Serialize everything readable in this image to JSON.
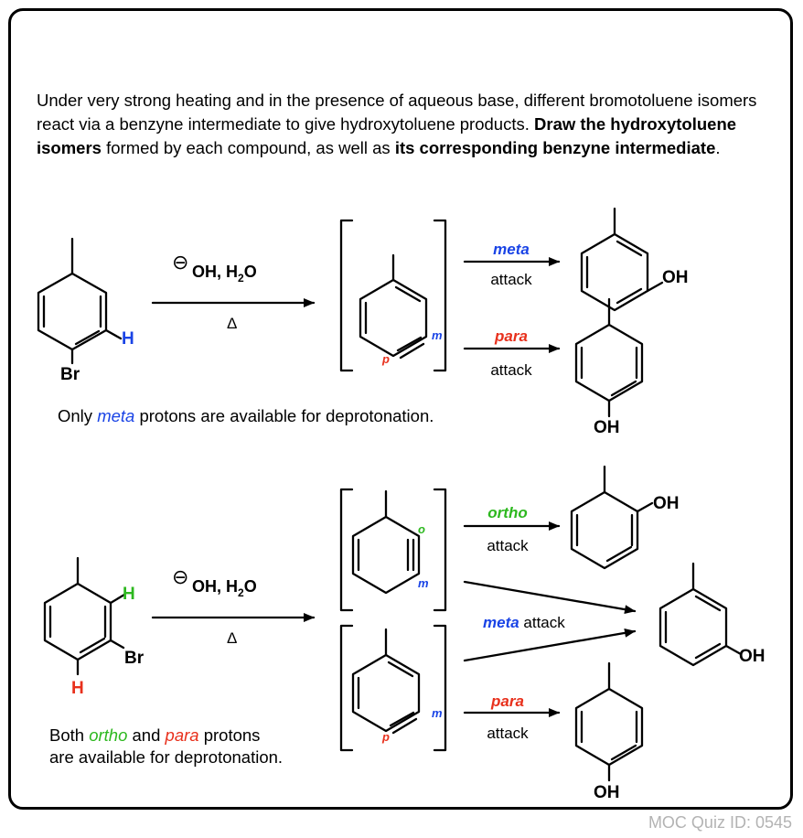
{
  "intro": {
    "text_1": "Under very strong heating and in the presence of aqueous base, different bromotoluene isomers react via a benzyne intermediate to give hydroxytoluene products. ",
    "bold_1": "Draw the hydroxytoluene isomers",
    "text_2": " formed by each compound, as well as ",
    "bold_2": "its corresponding benzyne intermediate",
    "text_3": "."
  },
  "reagents": {
    "charge_symbol": "⊖",
    "oh_h2o": "OH, H",
    "subscript_2": "2",
    "o": "O",
    "heat": "Δ"
  },
  "atoms": {
    "br": "Br",
    "h": "H",
    "oh": "OH"
  },
  "positions": {
    "meta_short": "m",
    "para_short": "p",
    "ortho_short": "o"
  },
  "arrow_labels": {
    "meta": "meta",
    "para": "para",
    "ortho": "ortho",
    "attack": "attack",
    "meta_attack_suffix": " attack"
  },
  "notes": {
    "note1_pre": "Only ",
    "note1_italic": "meta",
    "note1_post": " protons are available for deprotonation.",
    "note2_pre": "Both ",
    "note2_ortho": "ortho",
    "note2_mid": " and ",
    "note2_para": "para",
    "note2_post": " protons",
    "note2_line2": "are available for deprotonation."
  },
  "footer": "MOC Quiz ID: 0545",
  "colors": {
    "meta": "#1a44e6",
    "para": "#e8301c",
    "ortho": "#2db81f",
    "footer": "#b3b3b3"
  }
}
